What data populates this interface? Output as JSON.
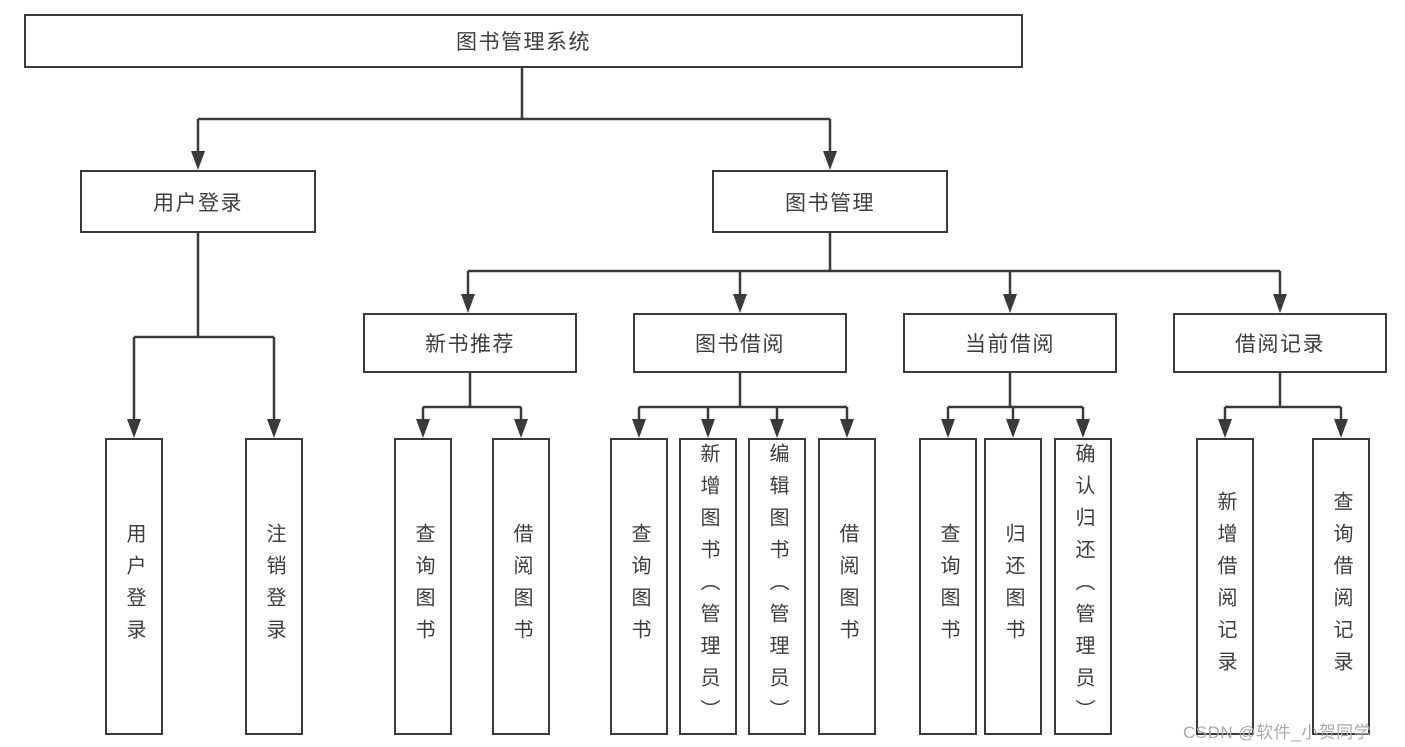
{
  "diagram": {
    "root": {
      "label": "图书管理系统"
    },
    "level1": [
      {
        "label": "用户登录"
      },
      {
        "label": "图书管理"
      }
    ],
    "level2": [
      {
        "label": "新书推荐"
      },
      {
        "label": "图书借阅"
      },
      {
        "label": "当前借阅"
      },
      {
        "label": "借阅记录"
      }
    ],
    "leaves": [
      {
        "label": "用户登录"
      },
      {
        "label": "注销登录"
      },
      {
        "label": "查询图书"
      },
      {
        "label": "借阅图书"
      },
      {
        "label": "查询图书"
      },
      {
        "label": "新增图书（管理员）"
      },
      {
        "label": "编辑图书（管理员）"
      },
      {
        "label": "借阅图书"
      },
      {
        "label": "查询图书"
      },
      {
        "label": "归还图书"
      },
      {
        "label": "确认归还（管理员）"
      },
      {
        "label": "新增借阅记录"
      },
      {
        "label": "查询借阅记录"
      }
    ]
  },
  "watermark": {
    "text": "CSDN @软件_小贺同学"
  },
  "colors": {
    "line": "#3a3a3a",
    "text": "#3d3d3d",
    "watermark": "#a9a9a9"
  }
}
